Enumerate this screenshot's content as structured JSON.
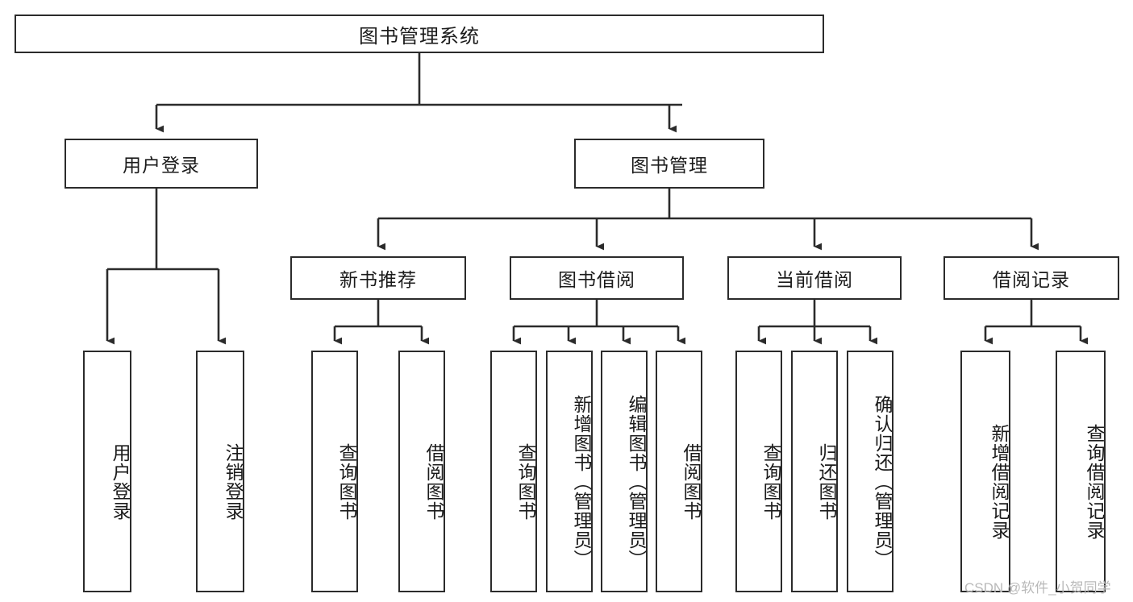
{
  "diagram": {
    "title": "图书管理系统",
    "type": "hierarchy-tree",
    "colors": {
      "stroke": "#2b2b2b",
      "fill": "#ffffff",
      "text": "#1b1b1b",
      "watermark": "#b9b9b9"
    },
    "root": {
      "label": "图书管理系统"
    },
    "level2": [
      {
        "label": "用户登录"
      },
      {
        "label": "图书管理"
      }
    ],
    "level3": [
      {
        "label": "新书推荐"
      },
      {
        "label": "图书借阅"
      },
      {
        "label": "当前借阅"
      },
      {
        "label": "借阅记录"
      }
    ],
    "leaves": {
      "user_login": [
        {
          "label": "用户登录"
        },
        {
          "label": "注销登录"
        }
      ],
      "new_book_recommend": [
        {
          "label": "查询图书"
        },
        {
          "label": "借阅图书"
        }
      ],
      "book_borrow": [
        {
          "label": "查询图书"
        },
        {
          "label": "新增图书（管理员）"
        },
        {
          "label": "编辑图书（管理员）"
        },
        {
          "label": "借阅图书"
        }
      ],
      "current_borrow": [
        {
          "label": "查询图书"
        },
        {
          "label": "归还图书"
        },
        {
          "label": "确认归还（管理员）"
        }
      ],
      "borrow_record": [
        {
          "label": "新增借阅记录"
        },
        {
          "label": "查询借阅记录"
        }
      ]
    }
  },
  "watermark": {
    "text": "CSDN @软件_小贺同学"
  }
}
